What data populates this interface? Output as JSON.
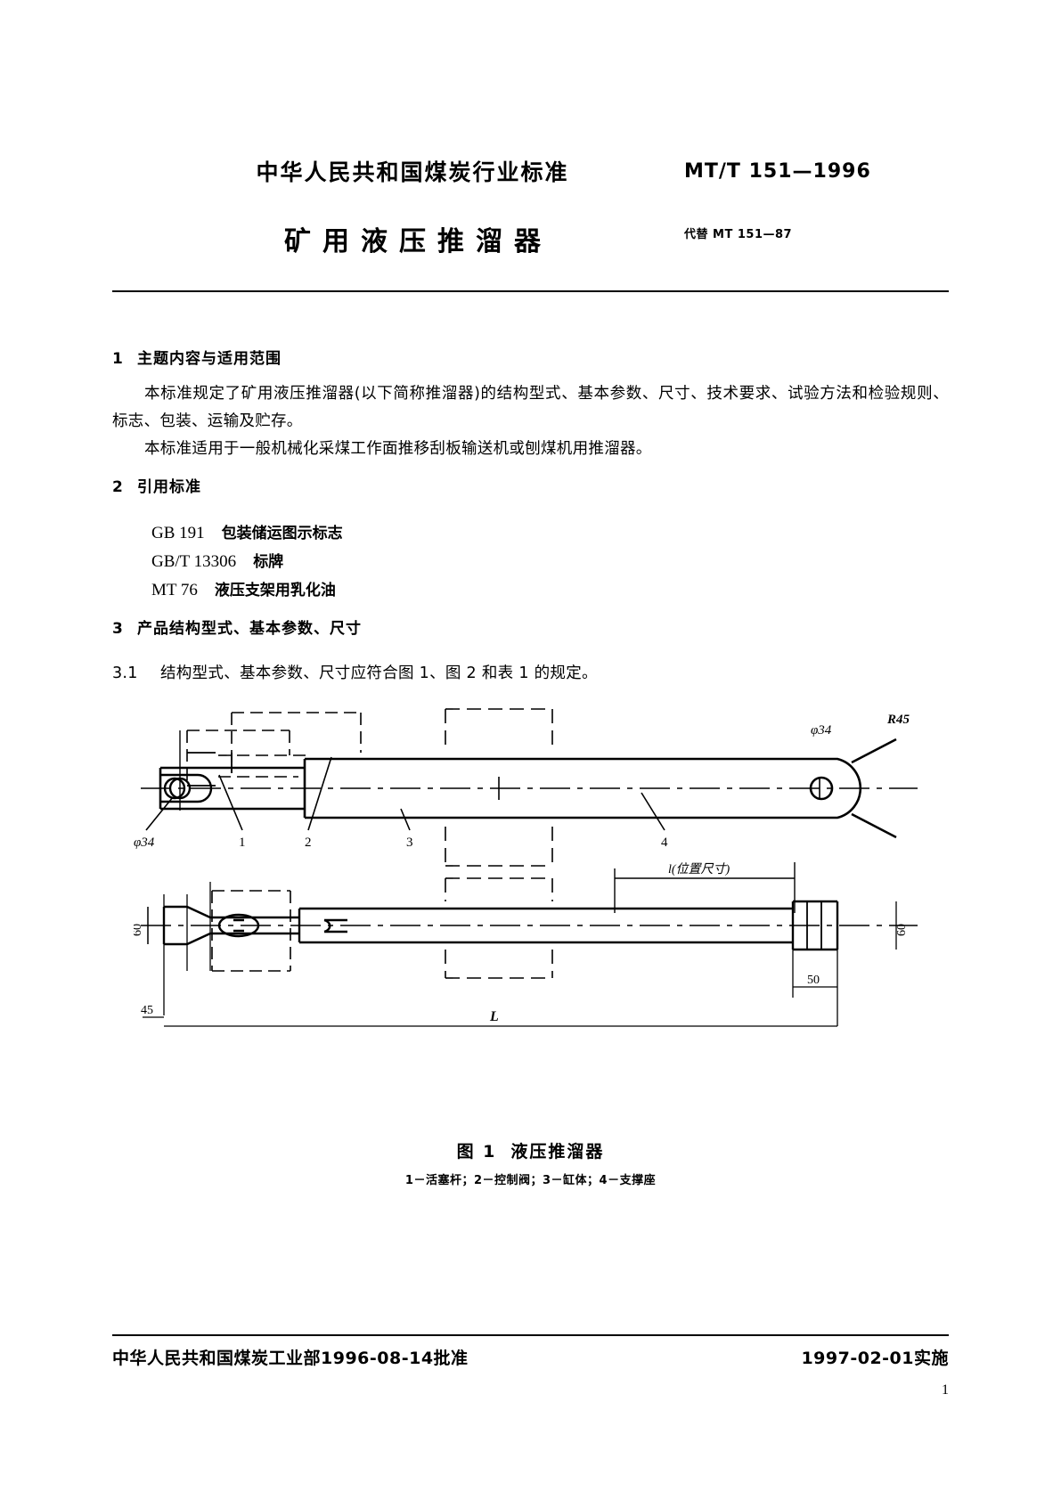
{
  "header": {
    "org_line": "中华人民共和国煤炭行业标准",
    "title": "矿用液压推溜器",
    "standard_code": "MT/T 151—1996",
    "replaces": "代替 MT 151—87"
  },
  "sections": {
    "s1": {
      "number": "1",
      "heading": "主题内容与适用范围",
      "para1": "本标准规定了矿用液压推溜器(以下简称推溜器)的结构型式、基本参数、尺寸、技术要求、试验方法和检验规则、标志、包装、运输及贮存。",
      "para2": "本标准适用于一般机械化采煤工作面推移刮板输送机或刨煤机用推溜器。"
    },
    "s2": {
      "number": "2",
      "heading": "引用标准",
      "refs": [
        {
          "code": "GB 191",
          "title": "包装储运图示标志"
        },
        {
          "code": "GB/T 13306",
          "title": "标牌"
        },
        {
          "code": "MT 76",
          "title": "液压支架用乳化油"
        }
      ]
    },
    "s3": {
      "number": "3",
      "heading": "产品结构型式、基本参数、尺寸",
      "clause_number": "3.1",
      "clause_text": "结构型式、基本参数、尺寸应符合图 1、图 2 和表 1 的规定。"
    }
  },
  "figure": {
    "caption_label": "图 1",
    "caption_title": "液压推溜器",
    "legend": "1－活塞杆；2－控制阀；3－缸体；4－支撑座",
    "callouts": [
      "1",
      "2",
      "3",
      "4"
    ],
    "dimensions": {
      "bore_left": "φ34",
      "bore_right": "φ34",
      "radius": "R45",
      "height_left": "60",
      "height_right": "60",
      "width_50": "50",
      "offset_45": "45",
      "length_L": "L",
      "position_l": "l(位置尺寸)"
    }
  },
  "footer": {
    "approval": "中华人民共和国煤炭工业部1996-08-14批准",
    "implementation": "1997-02-01实施",
    "page_number": "1"
  }
}
